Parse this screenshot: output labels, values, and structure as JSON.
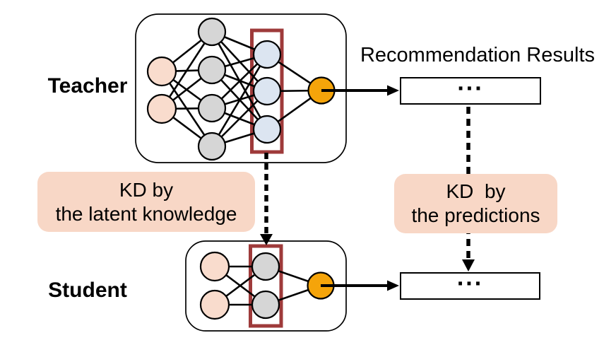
{
  "labels": {
    "teacher": "Teacher",
    "student": "Student",
    "recommendation_results": "Recommendation Results"
  },
  "teacher_output_box": {
    "text": "..."
  },
  "student_output_box": {
    "text": "..."
  },
  "kd_latent_box": {
    "line1": "KD by",
    "line2": "the latent knowledge"
  },
  "kd_predictions_box": {
    "line1": "KD  by",
    "line2": "the predictions"
  },
  "colors": {
    "input-node": "#F9DCCD",
    "hidden-node": "#D6D6D6",
    "latent-node": "#DCE5F1",
    "output-node": "#F5A40A",
    "highlight-border": "#9E3A3A",
    "kd-box-bg": "#F8D7C6",
    "line": "#000000"
  }
}
